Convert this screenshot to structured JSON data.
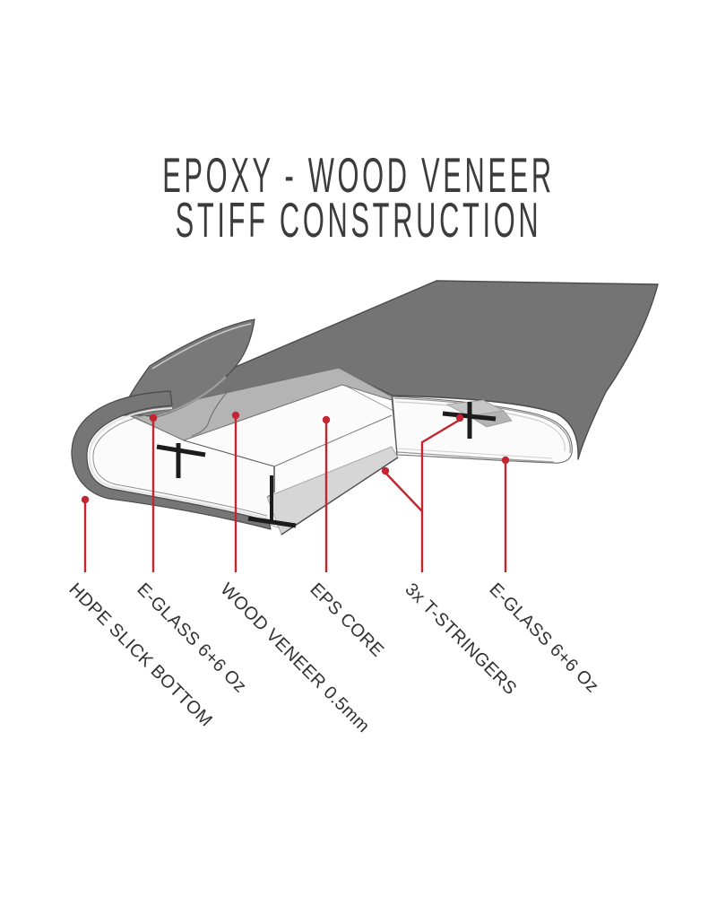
{
  "title": {
    "line1": "EPOXY - WOOD VENEER",
    "line2": "STIFF CONSTRUCTION"
  },
  "diagram": {
    "description": "Cutaway illustration of epoxy wood-veneer board construction showing stacked material layers",
    "callouts": [
      {
        "label": "HDPE SLICK BOTTOM",
        "target": "bottom slick layer"
      },
      {
        "label": "E-GLASS 6+6 Oz",
        "target": "peeled fiberglass layer (left)"
      },
      {
        "label": "WOOD VENEER 0.5mm",
        "target": "wood veneer layer"
      },
      {
        "label": "EPS CORE",
        "target": "foam core block"
      },
      {
        "label": "3x T-STRINGERS",
        "target": "T-shaped stringers"
      },
      {
        "label": "E-GLASS 6+6 Oz",
        "target": "fiberglass layer (right)"
      }
    ]
  },
  "colors": {
    "accent_red": "#c32531",
    "deck_gray": "#747474",
    "veneer_gray": "#b4b4b4",
    "core_white": "#fbfbfb",
    "shelf_gray": "#d6d6d6",
    "stringer_black": "#1c1c1c",
    "text_dark": "#3c3c3c"
  }
}
